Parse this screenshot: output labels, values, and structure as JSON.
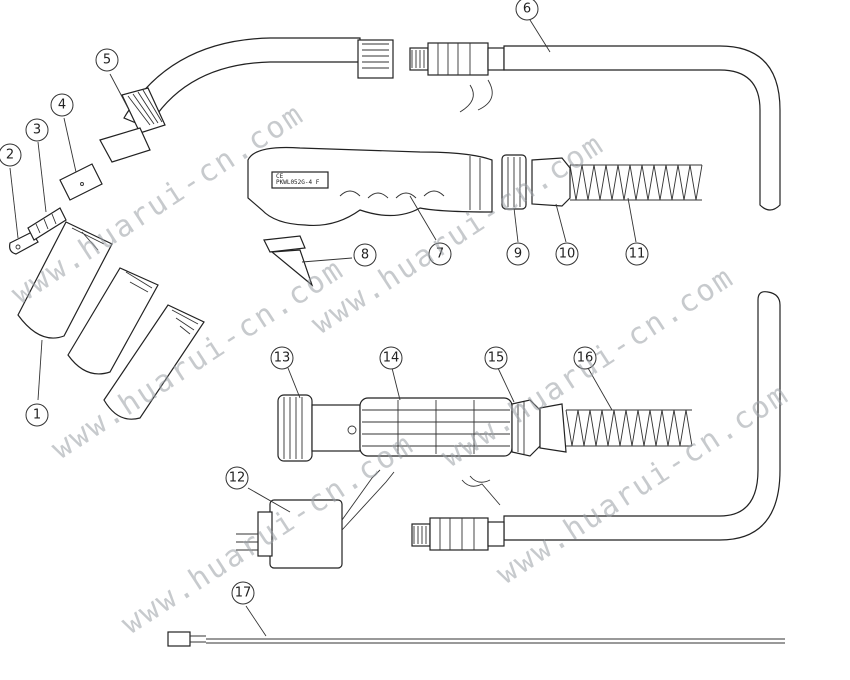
{
  "diagram": {
    "callouts": [
      {
        "id": "1",
        "label": "1"
      },
      {
        "id": "2",
        "label": "2"
      },
      {
        "id": "3",
        "label": "3"
      },
      {
        "id": "4",
        "label": "4"
      },
      {
        "id": "5",
        "label": "5"
      },
      {
        "id": "6",
        "label": "6"
      },
      {
        "id": "7",
        "label": "7"
      },
      {
        "id": "8",
        "label": "8"
      },
      {
        "id": "9",
        "label": "9"
      },
      {
        "id": "10",
        "label": "10"
      },
      {
        "id": "11",
        "label": "11"
      },
      {
        "id": "12",
        "label": "12"
      },
      {
        "id": "13",
        "label": "13"
      },
      {
        "id": "14",
        "label": "14"
      },
      {
        "id": "15",
        "label": "15"
      },
      {
        "id": "16",
        "label": "16"
      },
      {
        "id": "17",
        "label": "17"
      }
    ],
    "handle_marking": "PKWL052G-4 F",
    "ce_mark": "CE"
  },
  "watermark": {
    "text": "www.huarui-cn.com"
  }
}
